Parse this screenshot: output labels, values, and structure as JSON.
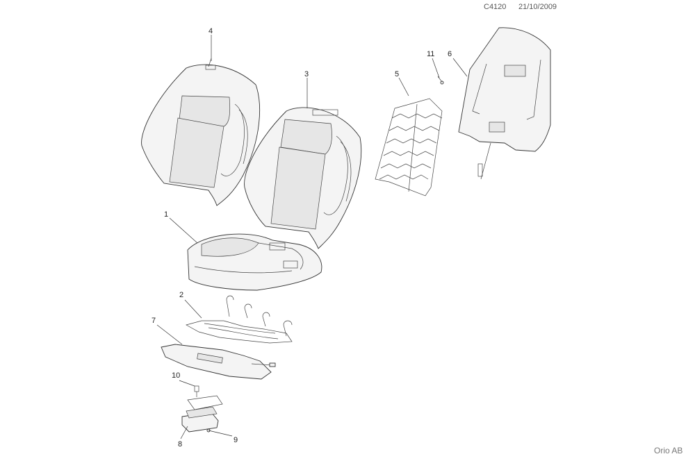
{
  "header": {
    "code": "C4120",
    "date": "21/10/2009"
  },
  "footer": {
    "brand": "Orio AB"
  },
  "callouts": [
    {
      "id": "4",
      "label": "4"
    },
    {
      "id": "3",
      "label": "3"
    },
    {
      "id": "11",
      "label": "11"
    },
    {
      "id": "6",
      "label": "6"
    },
    {
      "id": "5",
      "label": "5"
    },
    {
      "id": "1",
      "label": "1"
    },
    {
      "id": "2",
      "label": "2"
    },
    {
      "id": "7",
      "label": "7"
    },
    {
      "id": "10",
      "label": "10"
    },
    {
      "id": "8",
      "label": "8"
    },
    {
      "id": "9",
      "label": "9"
    }
  ]
}
